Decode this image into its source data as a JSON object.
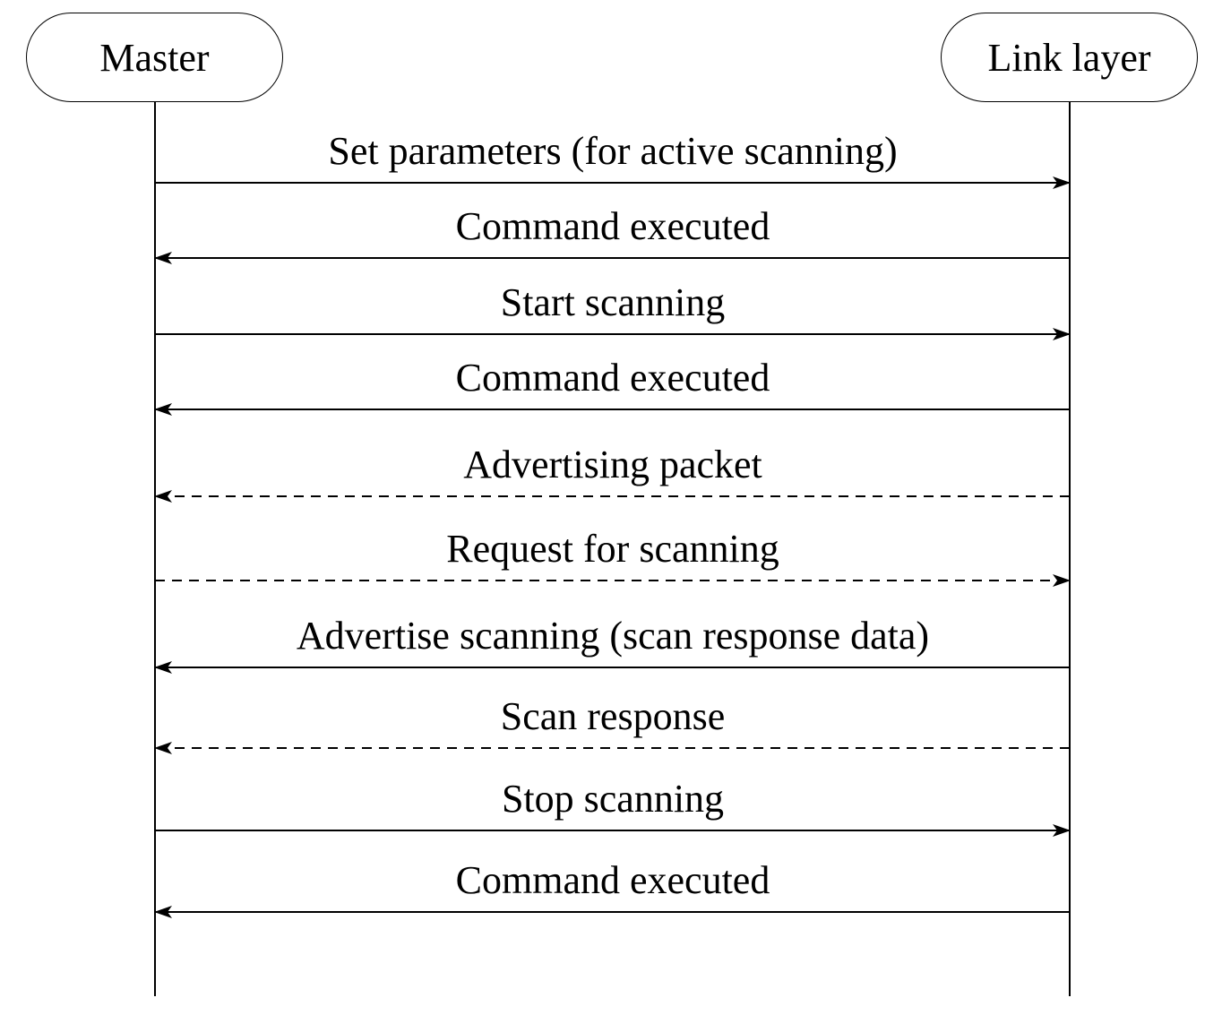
{
  "participants": {
    "left": {
      "name": "Master"
    },
    "right": {
      "name": "Link layer"
    }
  },
  "messages": [
    {
      "label": "Set parameters (for active scanning)",
      "from": "left",
      "to": "right",
      "style": "solid"
    },
    {
      "label": "Command executed",
      "from": "right",
      "to": "left",
      "style": "solid"
    },
    {
      "label": "Start scanning",
      "from": "left",
      "to": "right",
      "style": "solid"
    },
    {
      "label": "Command executed",
      "from": "right",
      "to": "left",
      "style": "solid"
    },
    {
      "label": "Advertising packet",
      "from": "right",
      "to": "left",
      "style": "dashed"
    },
    {
      "label": "Request for scanning",
      "from": "left",
      "to": "right",
      "style": "dashed"
    },
    {
      "label": "Advertise scanning (scan response data)",
      "from": "right",
      "to": "left",
      "style": "solid"
    },
    {
      "label": "Scan response",
      "from": "right",
      "to": "left",
      "style": "dashed"
    },
    {
      "label": "Stop scanning",
      "from": "left",
      "to": "right",
      "style": "solid"
    },
    {
      "label": "Command executed",
      "from": "right",
      "to": "left",
      "style": "solid"
    }
  ]
}
